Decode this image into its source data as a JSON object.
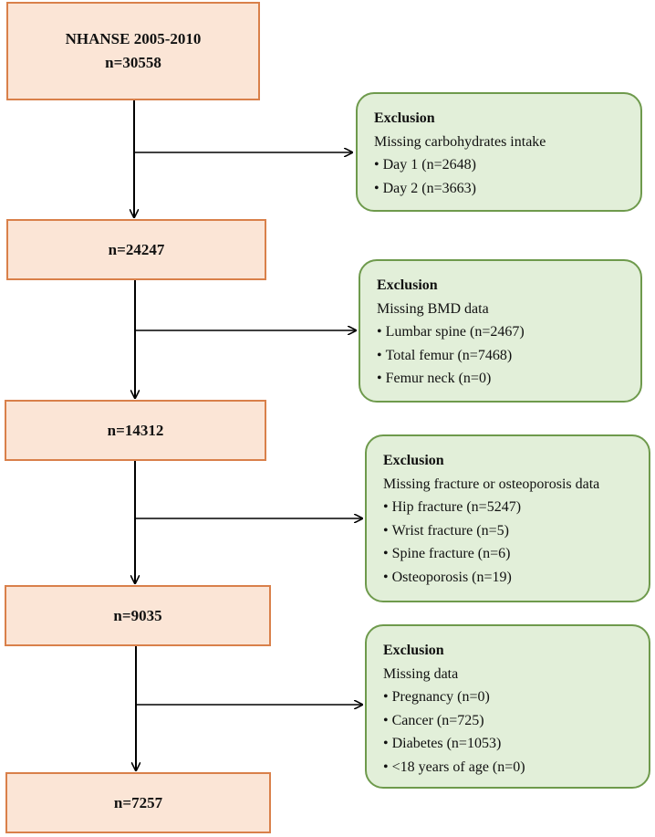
{
  "stages": [
    {
      "lines": [
        "NHANSE 2005-2010",
        "n=30558"
      ]
    },
    {
      "lines": [
        "n=24247"
      ]
    },
    {
      "lines": [
        "n=14312"
      ]
    },
    {
      "lines": [
        "n=9035"
      ]
    },
    {
      "lines": [
        "n=7257"
      ]
    }
  ],
  "exclusions": [
    {
      "title": "Exclusion",
      "subtitle": "Missing carbohydrates intake",
      "items": [
        "Day 1 (n=2648)",
        "Day 2 (n=3663)"
      ]
    },
    {
      "title": "Exclusion",
      "subtitle": "Missing BMD data",
      "items": [
        "Lumbar spine (n=2467)",
        "Total femur (n=7468)",
        "Femur neck (n=0)"
      ]
    },
    {
      "title": "Exclusion",
      "subtitle": "Missing fracture or osteoporosis data",
      "items": [
        "Hip fracture (n=5247)",
        "Wrist fracture (n=5)",
        "Spine fracture (n=6)",
        "Osteoporosis (n=19)"
      ]
    },
    {
      "title": "Exclusion",
      "subtitle": "Missing data",
      "items": [
        "Pregnancy (n=0)",
        "Cancer (n=725)",
        "Diabetes (n=1053)",
        "<18 years of age (n=0)"
      ]
    }
  ],
  "colors": {
    "stage_fill": "#fbe5d6",
    "stage_border": "#d9804a",
    "exclusion_fill": "#e2efd9",
    "exclusion_border": "#6e9a4c",
    "arrow": "#000000"
  }
}
